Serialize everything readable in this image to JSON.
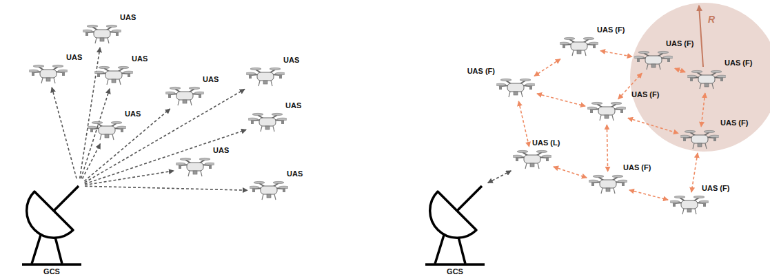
{
  "diagram": {
    "nodes": [
      {
        "text": [
          "GCS"
        ]
      },
      {
        "text": [
          "UAS"
        ]
      },
      {
        "text": [
          "UAS"
        ]
      },
      {
        "text": [
          "UAS"
        ]
      },
      {
        "text": [
          "UAS"
        ]
      },
      {
        "text": [
          "UAS"
        ]
      },
      {
        "text": [
          "UAS"
        ]
      },
      {
        "text": [
          "UAS"
        ]
      },
      {
        "text": [
          "UAS"
        ]
      },
      {
        "text": [
          "UAS"
        ]
      },
      {
        "text": [
          "GCS"
        ]
      },
      {
        "text": [
          "UAS (L)"
        ]
      },
      {
        "text": [
          "UAS (F)"
        ]
      },
      {
        "text": [
          "UAS (F)"
        ]
      },
      {
        "text": [
          "UAS (F)"
        ]
      },
      {
        "text": [
          "UAS (F)"
        ]
      },
      {
        "text": [
          "UAS (F)"
        ]
      },
      {
        "text": [
          "UAS (F)"
        ]
      },
      {
        "text": [
          "UAS (F)"
        ]
      },
      {
        "text": [
          "UAS (F)"
        ]
      }
    ],
    "edges": [
      {
        "from": 0,
        "to": 1,
        "arrow": "to"
      },
      {
        "from": 0,
        "to": 2,
        "arrow": "to"
      },
      {
        "from": 0,
        "to": 3,
        "arrow": "to"
      },
      {
        "from": 0,
        "to": 4,
        "arrow": "to"
      },
      {
        "from": 0,
        "to": 5,
        "arrow": "to"
      },
      {
        "from": 0,
        "to": 6,
        "arrow": "to"
      },
      {
        "from": 0,
        "to": 7,
        "arrow": "to"
      },
      {
        "from": 0,
        "to": 8,
        "arrow": "to"
      },
      {
        "from": 0,
        "to": 9,
        "arrow": "to"
      },
      {
        "from": 10,
        "to": 11,
        "arrow": "both"
      },
      {
        "from": 12,
        "to": 13,
        "arrow": "both"
      },
      {
        "from": 12,
        "to": 15,
        "arrow": "both"
      },
      {
        "from": 15,
        "to": 11,
        "arrow": "both"
      },
      {
        "from": 15,
        "to": 16,
        "arrow": "both"
      },
      {
        "from": 16,
        "to": 13,
        "arrow": "both"
      },
      {
        "from": 13,
        "to": 14,
        "arrow": "both"
      },
      {
        "from": 14,
        "to": 17,
        "arrow": "both"
      },
      {
        "from": 16,
        "to": 17,
        "arrow": "both"
      },
      {
        "from": 16,
        "to": 18,
        "arrow": "both"
      },
      {
        "from": 11,
        "to": 18,
        "arrow": "both"
      },
      {
        "from": 17,
        "to": 19,
        "arrow": "both"
      },
      {
        "from": 18,
        "to": 19,
        "arrow": "both"
      }
    ],
    "labels": [
      "R"
    ]
  }
}
